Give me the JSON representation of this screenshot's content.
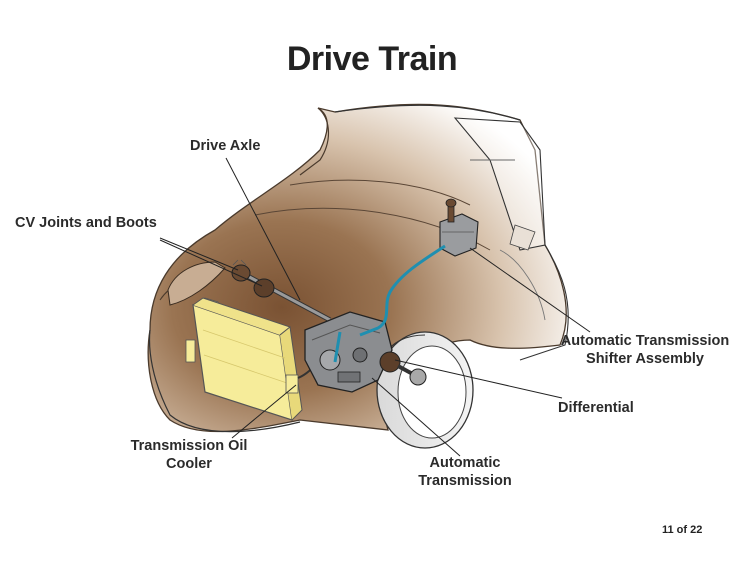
{
  "slide": {
    "title": "Drive Train",
    "page_number": "11 of 22"
  },
  "labels": {
    "drive_axle": "Drive Axle",
    "cv_joints": "CV Joints and Boots",
    "shifter_line1": "Automatic Transmission",
    "shifter_line2": "Shifter Assembly",
    "differential": "Differential",
    "oil_cooler_line1": "Transmission Oil",
    "oil_cooler_line2": "Cooler",
    "automatic_line1": "Automatic",
    "automatic_line2": "Transmission"
  },
  "colors": {
    "body_shade": "#8a6240",
    "cooler_fill": "#f6ec9a",
    "cable": "#1f8fb0",
    "outline": "#333333"
  }
}
